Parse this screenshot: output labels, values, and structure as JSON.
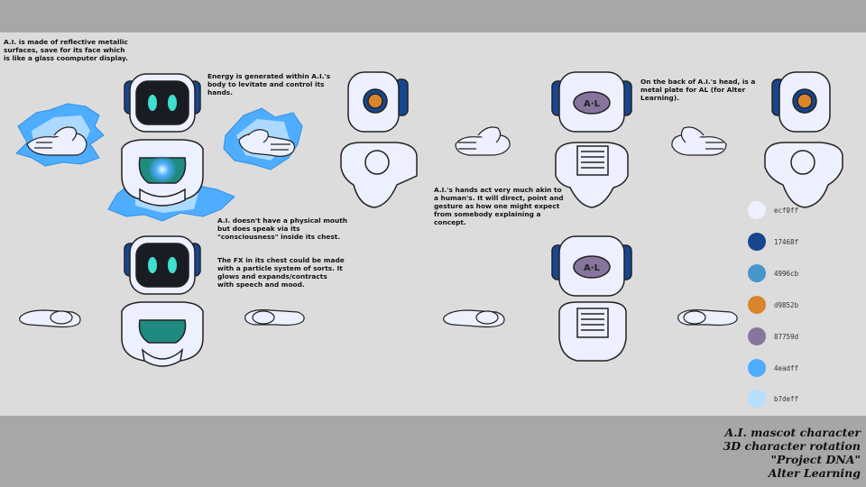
{
  "notes": {
    "material": "A.I. is made of reflective metallic\nsurfaces, save for its face which\nis like a glass coomputer display.",
    "energy": "Energy is generated within A.I.'s\nbody to levitate and control its\nhands.",
    "plate": "On the back of A.I.'s head, is a\nmetal plate for AL (for Alter\nLearning).",
    "hands": "A.I.'s hands act very much akin to\na human's. It will direct, point and\ngesture as how one might expect\nfrom somebody explaining a\nconcept.",
    "mouth": "A.I. doesn't have a physical mouth\nbut does speak via its\n\"consciousness\" inside its chest.",
    "fx": "The FX in its chest could be made\nwith a particle system of sorts. It\nglows and expands/contracts\nwith speech and mood."
  },
  "plate_logo": "A·L",
  "palette": [
    {
      "hex": "ecf0ff",
      "color": "#ecf0ff"
    },
    {
      "hex": "17468f",
      "color": "#17468f"
    },
    {
      "hex": "4996cb",
      "color": "#4996cb"
    },
    {
      "hex": "d9852b",
      "color": "#d9852b"
    },
    {
      "hex": "87759d",
      "color": "#87759d"
    },
    {
      "hex": "4eadff",
      "color": "#4eadff"
    },
    {
      "hex": "b7deff",
      "color": "#b7deff"
    }
  ],
  "credits": {
    "line1": "A.I. mascot character",
    "line2": "3D character rotation",
    "line3": "\"Project DNA\"",
    "line4": "Alter Learning"
  }
}
